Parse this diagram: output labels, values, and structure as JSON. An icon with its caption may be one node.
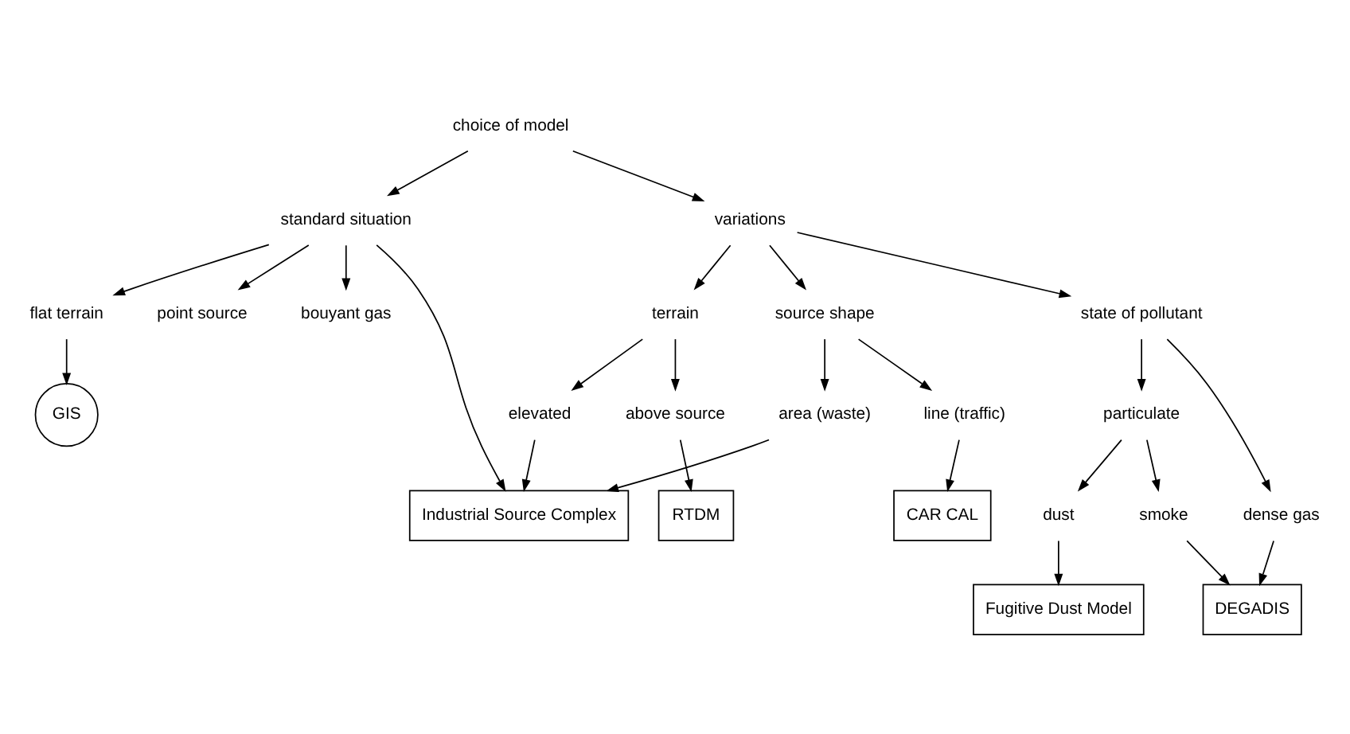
{
  "diagram": {
    "nodes": [
      {
        "text": [
          "choice of model"
        ]
      },
      {
        "text": [
          "standard situation"
        ]
      },
      {
        "text": [
          "variations"
        ]
      },
      {
        "text": [
          "point source"
        ]
      },
      {
        "text": [
          "bouyant gas"
        ]
      },
      {
        "text": [
          "flat terrain"
        ]
      },
      {
        "text": [
          "GIS"
        ]
      },
      {
        "text": [
          "source shape"
        ]
      },
      {
        "text": [
          "terrain"
        ]
      },
      {
        "text": [
          "state of pollutant"
        ]
      },
      {
        "text": [
          "line (traffic)"
        ]
      },
      {
        "text": [
          "area (waste)"
        ]
      },
      {
        "text": [
          "CAR CAL"
        ]
      },
      {
        "text": [
          "elevated"
        ]
      },
      {
        "text": [
          "above source"
        ]
      },
      {
        "text": [
          "RTDM"
        ]
      },
      {
        "text": [
          "particulate"
        ]
      },
      {
        "text": [
          "dense gas"
        ]
      },
      {
        "text": [
          "dust"
        ]
      },
      {
        "text": [
          "smoke"
        ]
      },
      {
        "text": [
          "Fugitive Dust Model"
        ]
      },
      {
        "text": [
          "DEGADIS"
        ]
      },
      {
        "text": [
          "Industrial Source Complex"
        ]
      }
    ],
    "edges": [
      {
        "from": 0,
        "to": 1,
        "arrow": "to"
      },
      {
        "from": 0,
        "to": 2,
        "arrow": "to"
      },
      {
        "from": 1,
        "to": 3,
        "arrow": "to"
      },
      {
        "from": 1,
        "to": 4,
        "arrow": "to"
      },
      {
        "from": 1,
        "to": 5,
        "arrow": "to"
      },
      {
        "from": 1,
        "to": 22,
        "arrow": "to"
      },
      {
        "from": 5,
        "to": 6,
        "arrow": "to"
      },
      {
        "from": 2,
        "to": 7,
        "arrow": "to"
      },
      {
        "from": 2,
        "to": 8,
        "arrow": "to"
      },
      {
        "from": 2,
        "to": 9,
        "arrow": "to"
      },
      {
        "from": 7,
        "to": 10,
        "arrow": "to"
      },
      {
        "from": 7,
        "to": 11,
        "arrow": "to"
      },
      {
        "from": 10,
        "to": 12,
        "arrow": "to"
      },
      {
        "from": 11,
        "to": 22,
        "arrow": "to"
      },
      {
        "from": 8,
        "to": 13,
        "arrow": "to"
      },
      {
        "from": 8,
        "to": 14,
        "arrow": "to"
      },
      {
        "from": 13,
        "to": 22,
        "arrow": "to"
      },
      {
        "from": 14,
        "to": 15,
        "arrow": "to"
      },
      {
        "from": 9,
        "to": 16,
        "arrow": "to"
      },
      {
        "from": 9,
        "to": 17,
        "arrow": "to"
      },
      {
        "from": 16,
        "to": 18,
        "arrow": "to"
      },
      {
        "from": 16,
        "to": 19,
        "arrow": "to"
      },
      {
        "from": 18,
        "to": 20,
        "arrow": "to"
      },
      {
        "from": 19,
        "to": 21,
        "arrow": "to"
      },
      {
        "from": 17,
        "to": 21,
        "arrow": "to"
      }
    ]
  }
}
